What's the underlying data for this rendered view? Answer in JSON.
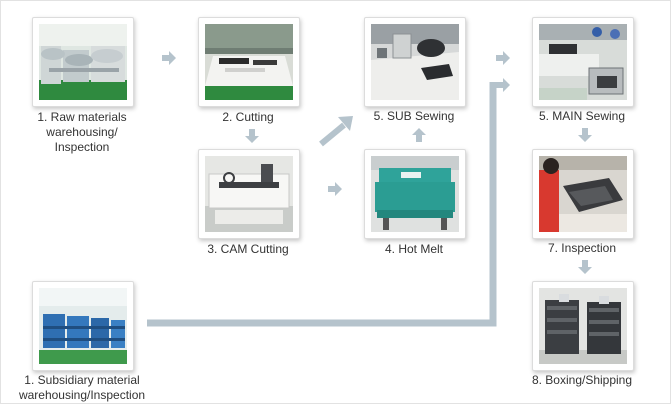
{
  "steps": {
    "raw": {
      "line1": "1. Raw materials",
      "line2": "warehousing/",
      "line3": "Inspection"
    },
    "cutting": {
      "label": "2. Cutting"
    },
    "cam": {
      "label": "3. CAM Cutting"
    },
    "hotmelt": {
      "label": "4. Hot Melt"
    },
    "sub": {
      "label": "5. SUB Sewing"
    },
    "main": {
      "label": "5. MAIN Sewing"
    },
    "inspection": {
      "label": "7. Inspection"
    },
    "boxing": {
      "label": "8. Boxing/Shipping"
    },
    "subsidiary": {
      "line1": "1. Subsidiary material",
      "line2": "warehousing/Inspection"
    }
  },
  "colors": {
    "arrow": "#b5c3cc",
    "text": "#333333",
    "card_border": "#dcdcdc"
  }
}
